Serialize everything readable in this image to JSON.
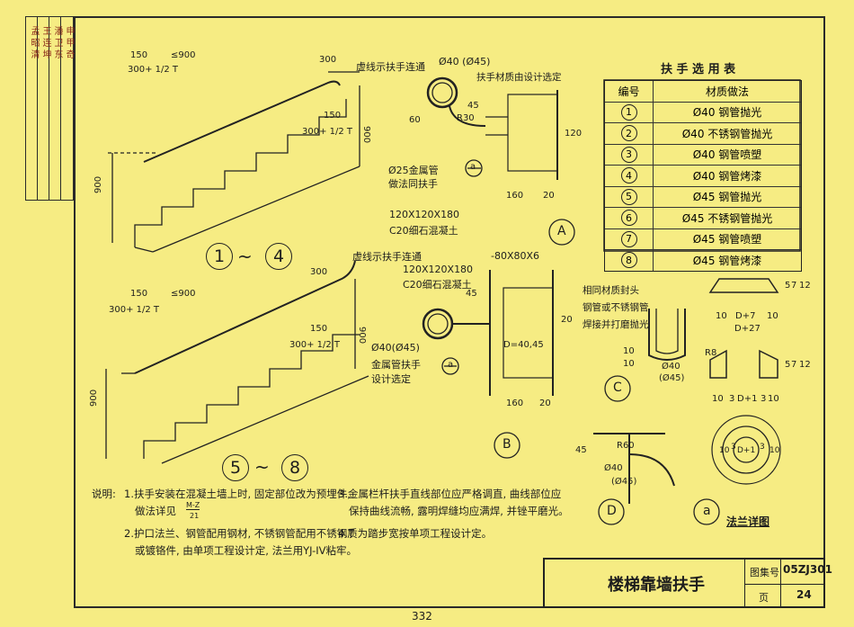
{
  "sidebar": {
    "col1": "孟 昭 清",
    "col2": "王 连 坤",
    "col3": "潘 卫 东",
    "col4": "申 甲 奇"
  },
  "detail_1_4": {
    "dims": [
      "150",
      "≤900",
      "300+ 1/2 T",
      "300",
      "150",
      "300+ 1/2 T",
      "900",
      "900"
    ],
    "note": "虚线示扶手连通",
    "range_from": "1",
    "range_sep": "~",
    "range_to": "4",
    "refs": [
      "A",
      "C",
      "D",
      "B"
    ]
  },
  "detail_5_8": {
    "dims": [
      "150",
      "≤900",
      "300+ 1/2 T",
      "300",
      "150",
      "300+ 1/2 T",
      "900",
      "900"
    ],
    "note": "虚线示扶手连通",
    "range_from": "5",
    "range_sep": "~",
    "range_to": "8"
  },
  "detail_A": {
    "label": "A",
    "pipe": "Ø40 (Ø45)",
    "note1": "扶手材质由设计选定",
    "dims": [
      "45",
      "60",
      "R30",
      "120",
      "160",
      "20"
    ],
    "pipe2": "Ø25金属管",
    "pipe2_note": "做法同扶手",
    "block": "120X120X180",
    "block2": "C20细石混凝土"
  },
  "detail_B": {
    "label": "B",
    "plate": "-80X80X6",
    "block": "120X120X180",
    "block2": "C20细石混凝土",
    "dims": [
      "45",
      "D=40,45",
      "20",
      "160",
      "20"
    ],
    "pipe": "Ø40(Ø45)",
    "pipe_note1": "金属管扶手",
    "pipe_note2": "设计选定"
  },
  "detail_C": {
    "label": "C",
    "note1": "相同材质封头",
    "note2": "钢管或不锈钢管",
    "note3": "焊接并打磨抛光",
    "dims": [
      "10",
      "10",
      "Ø40",
      "(Ø45)"
    ]
  },
  "detail_D": {
    "label": "D",
    "dims": [
      "45",
      "R60",
      "Ø40",
      "(Ø45)"
    ]
  },
  "flange": {
    "label": "a",
    "title": "法兰详图",
    "dims": [
      "10",
      "D+7",
      "10",
      "D+27",
      "5",
      "7",
      "12",
      "R8",
      "5",
      "7",
      "12",
      "10",
      "3",
      "D+1",
      "3",
      "10",
      "10",
      "3",
      "D+1",
      "3",
      "10"
    ]
  },
  "table": {
    "title": "扶 手 选 用 表",
    "header_num": "编号",
    "header_mat": "材质做法",
    "rows": [
      {
        "num": "1",
        "mat": "Ø40 钢管抛光"
      },
      {
        "num": "2",
        "mat": "Ø40 不锈钢管抛光"
      },
      {
        "num": "3",
        "mat": "Ø40 钢管喷塑"
      },
      {
        "num": "4",
        "mat": "Ø40 钢管烤漆"
      },
      {
        "num": "5",
        "mat": "Ø45 钢管抛光"
      },
      {
        "num": "6",
        "mat": "Ø45 不锈钢管抛光"
      },
      {
        "num": "7",
        "mat": "Ø45 钢管喷塑"
      },
      {
        "num": "8",
        "mat": "Ø45 钢管烤漆"
      }
    ]
  },
  "notes": {
    "label": "说明:",
    "n1": "1.扶手安装在混凝土墙上时, 固定部位改为预埋件,",
    "n1b": "做法详见",
    "n1_ref_top": "M-Z",
    "n1_ref_bottom": "21",
    "n2": "2.护口法兰、钢管配用钢材, 不锈钢管配用不锈钢质",
    "n2b": "或镀铬件, 由单项工程设计定, 法兰用YJ-IV粘牢。",
    "n3": "3.金属栏杆扶手直线部位应严格调直, 曲线部位应",
    "n3b": "保持曲线流畅, 露明焊缝均应满焊, 并锉平磨光。",
    "n4": "4.T 为踏步宽按单项工程设计定。"
  },
  "titleblock": {
    "title": "楼梯靠墙扶手",
    "set_label": "图集号",
    "set_value": "05ZJ301",
    "page_label": "页",
    "page_value": "24"
  },
  "page_number": "332"
}
